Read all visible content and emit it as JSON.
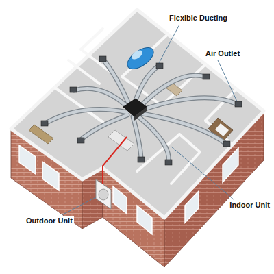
{
  "diagram": {
    "labels": [
      "Flexible Ducting",
      "Air Outlet",
      "Indoor Unit",
      "Outdoor Unit"
    ]
  }
}
